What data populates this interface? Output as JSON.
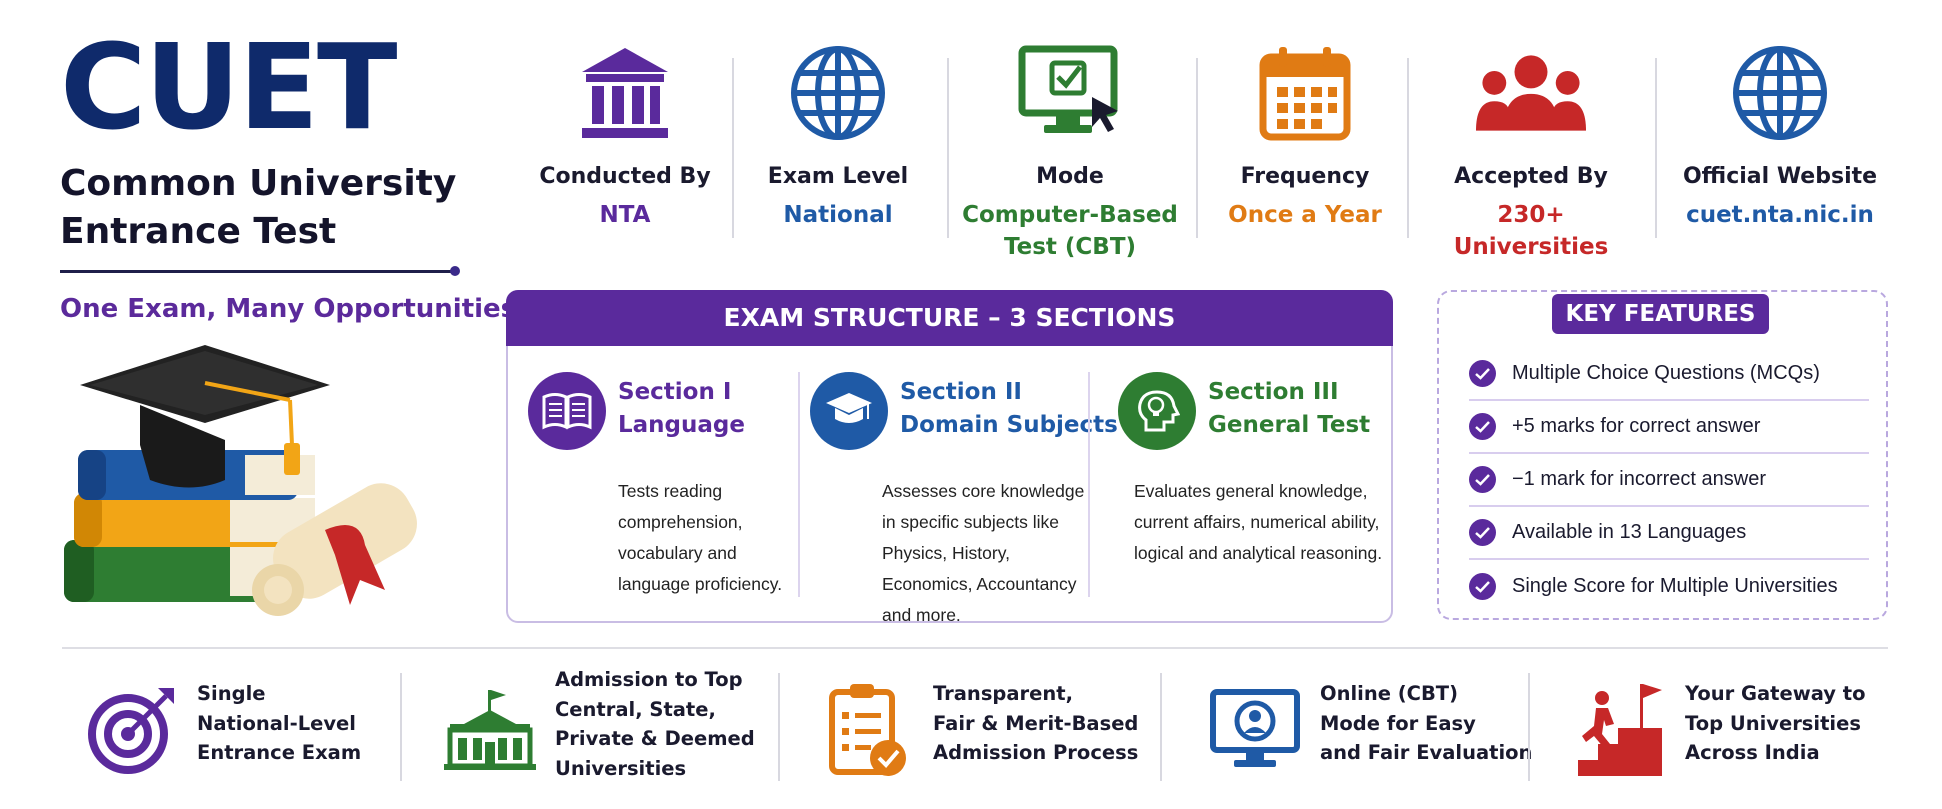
{
  "hero": {
    "title": "CUET",
    "subtitle_line1": "Common University",
    "subtitle_line2": "Entrance Test",
    "tagline": "One Exam, Many Opportunities!"
  },
  "stats": [
    {
      "label": "Conducted By",
      "value_line1": "NTA",
      "value_line2": "",
      "color": "#5a2a9c",
      "icon": "institution-icon"
    },
    {
      "label": "Exam Level",
      "value_line1": "National",
      "value_line2": "",
      "color": "#1f5aa6",
      "icon": "globe-icon"
    },
    {
      "label": "Mode",
      "value_line1": "Computer-Based",
      "value_line2": "Test (CBT)",
      "color": "#2e7d32",
      "icon": "computer-check-icon"
    },
    {
      "label": "Frequency",
      "value_line1": "Once a Year",
      "value_line2": "",
      "color": "#e07b14",
      "icon": "calendar-icon"
    },
    {
      "label": "Accepted By",
      "value_line1": "230+",
      "value_line2": "Universities",
      "color": "#c62828",
      "icon": "users-icon"
    },
    {
      "label": "Official Website",
      "value_line1": "cuet.nta.nic.in",
      "value_line2": "",
      "color": "#1f5aa6",
      "icon": "globe-icon"
    }
  ],
  "structure": {
    "heading": "EXAM STRUCTURE – 3 SECTIONS",
    "sections": [
      {
        "title1": "Section I",
        "title2": "Language",
        "desc": "Tests reading comprehension, vocabulary and language proficiency.",
        "color": "#5a2a9c",
        "icon": "book-icon"
      },
      {
        "title1": "Section II",
        "title2": "Domain Subjects",
        "desc": "Assesses core knowledge in specific subjects like Physics, History, Economics, Accountancy and more.",
        "color": "#1f5aa6",
        "icon": "graduation-cap-icon"
      },
      {
        "title1": "Section III",
        "title2": "General Test",
        "desc": "Evaluates general knowledge, current affairs, numerical ability, logical and analytical reasoning.",
        "color": "#2e7d32",
        "icon": "head-bulb-icon"
      }
    ]
  },
  "features": {
    "heading": "KEY FEATURES",
    "items": [
      "Multiple Choice Questions (MCQs)",
      "+5 marks for correct answer",
      "−1 mark for incorrect answer",
      "Available in 13 Languages",
      "Single Score for Multiple Universities"
    ]
  },
  "bottom": [
    {
      "text": "Single\nNational-Level\nEntrance Exam",
      "icon": "target-icon",
      "color": "#5a2a9c"
    },
    {
      "text": "Admission to Top\nCentral, State,\nPrivate & Deemed\nUniversities",
      "icon": "university-building-icon",
      "color": "#2e7d32"
    },
    {
      "text": "Transparent,\nFair & Merit-Based\nAdmission Process",
      "icon": "clipboard-check-icon",
      "color": "#e07b14"
    },
    {
      "text": "Online (CBT)\nMode for Easy\nand Fair Evaluation",
      "icon": "monitor-user-icon",
      "color": "#1f5aa6"
    },
    {
      "text": "Your Gateway to\nTop Universities\nAcross India",
      "icon": "stairs-flag-icon",
      "color": "#c62828"
    }
  ],
  "colors": {
    "brand": "#0f2a6b",
    "purple": "#5a2a9c",
    "blue": "#1f5aa6",
    "green": "#2e7d32",
    "orange": "#e07b14",
    "red": "#c62828"
  }
}
